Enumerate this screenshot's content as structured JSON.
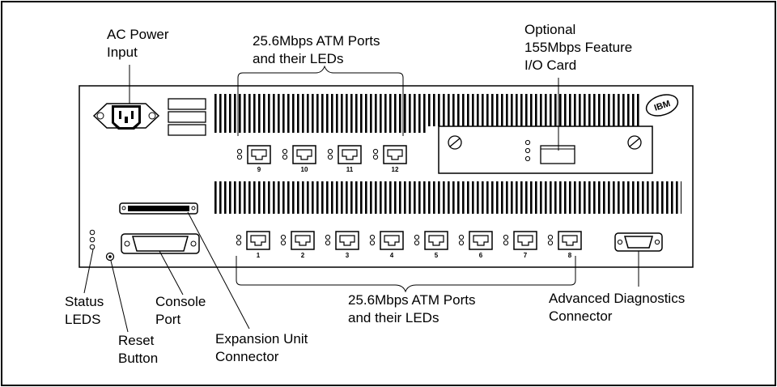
{
  "labels": {
    "ac_power": [
      "AC Power",
      "Input"
    ],
    "atm_top": [
      "25.6Mbps ATM Ports",
      "and their LEDs"
    ],
    "optional_card": [
      "Optional",
      "155Mbps Feature",
      "I/O Card"
    ],
    "status_leds": [
      "Status",
      "LEDS"
    ],
    "reset_button": [
      "Reset",
      "Button"
    ],
    "console_port": [
      "Console",
      "Port"
    ],
    "expansion_unit": [
      "Expansion Unit",
      "Connector"
    ],
    "atm_bottom": [
      "25.6Mbps ATM Ports",
      "and their LEDs"
    ],
    "advanced_diag": [
      "Advanced Diagnostics",
      "Connector"
    ]
  },
  "logo": "IBM",
  "ports_top": [
    "9",
    "10",
    "11",
    "12"
  ],
  "ports_bottom": [
    "1",
    "2",
    "3",
    "4",
    "5",
    "6",
    "7",
    "8"
  ]
}
